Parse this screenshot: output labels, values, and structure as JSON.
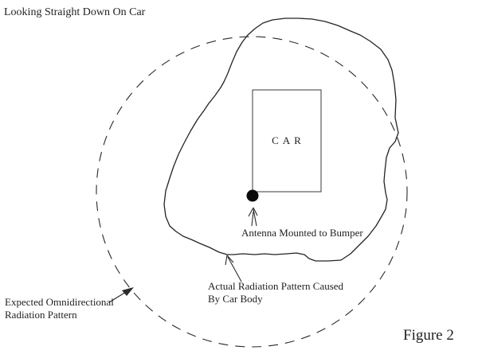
{
  "view_label": "Looking Straight Down On Car",
  "figure_label": "Figure 2",
  "car_label": "CAR",
  "annotations": {
    "antenna": "Antenna Mounted to Bumper",
    "actual_line1": "Actual Radiation Pattern Caused",
    "actual_line2": "By Car Body",
    "expected_line1": "Expected Omnidirectional",
    "expected_line2": "Radiation Pattern"
  },
  "colors": {
    "ink": "#1f1f1f",
    "background": "#ffffff"
  }
}
